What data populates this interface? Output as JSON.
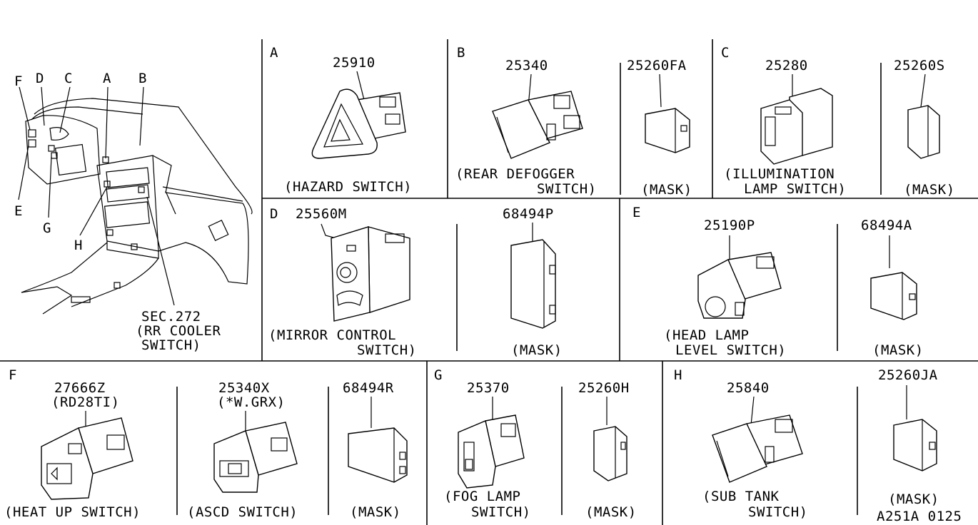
{
  "overview": {
    "letters": {
      "f": "F",
      "d": "D",
      "c": "C",
      "a": "A",
      "b": "B",
      "e": "E",
      "g": "G",
      "h": "H"
    },
    "sec_ref": "SEC.272",
    "sec_caption_1": "(RR COOLER",
    "sec_caption_2": "SWITCH)"
  },
  "panels": {
    "a": {
      "letter": "A",
      "part": "25910",
      "caption": "(HAZARD SWITCH)"
    },
    "b": {
      "letter": "B",
      "part": "25340",
      "caption_1": "(REAR DEFOGGER",
      "caption_2": "SWITCH)",
      "mask_part": "25260FA",
      "mask_caption": "(MASK)"
    },
    "c": {
      "letter": "C",
      "part": "25280",
      "caption_1": "(ILLUMINATION",
      "caption_2": "LAMP SWITCH)",
      "mask_part": "25260S",
      "mask_caption": "(MASK)"
    },
    "d": {
      "letter": "D",
      "part": "25560M",
      "caption_1": "(MIRROR CONTROL",
      "caption_2": "SWITCH)",
      "mask_part": "68494P",
      "mask_caption": "(MASK)"
    },
    "e": {
      "letter": "E",
      "part": "25190P",
      "caption_1": "(HEAD LAMP",
      "caption_2": "LEVEL SWITCH)",
      "mask_part": "68494A",
      "mask_caption": "(MASK)"
    },
    "f": {
      "letter": "F",
      "part1": "27666Z",
      "part1_note": "(RD28TI)",
      "caption1": "(HEAT UP SWITCH)",
      "part2": "25340X",
      "part2_note": "(*W.GRX)",
      "caption2": "(ASCD SWITCH)",
      "mask_part": "68494R",
      "mask_caption": "(MASK)"
    },
    "g": {
      "letter": "G",
      "part": "25370",
      "caption_1": "(FOG LAMP",
      "caption_2": "SWITCH)",
      "mask_part": "25260H",
      "mask_caption": "(MASK)"
    },
    "h": {
      "letter": "H",
      "part": "25840",
      "caption_1": "(SUB TANK",
      "caption_2": "SWITCH)",
      "mask_part": "25260JA",
      "mask_caption": "(MASK)"
    }
  },
  "footer": {
    "drawing_code": "A251A 0125"
  }
}
